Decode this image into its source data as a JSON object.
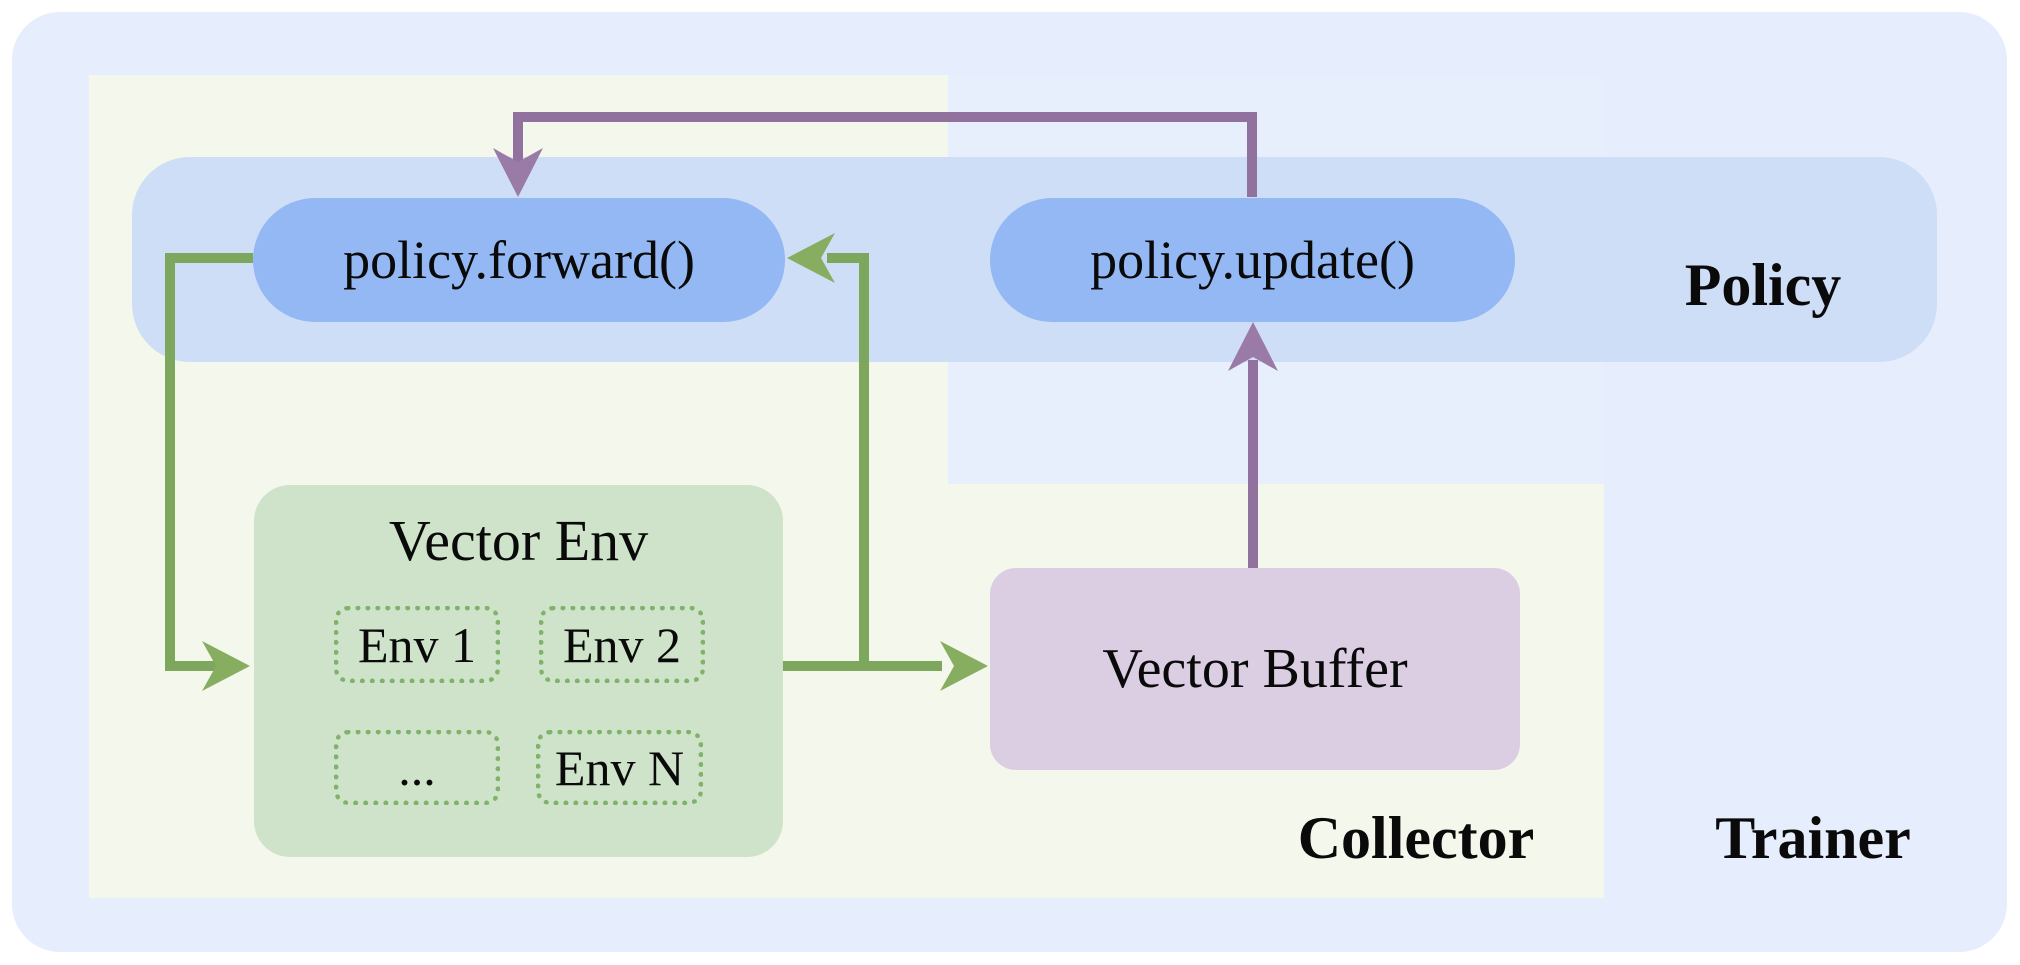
{
  "regions": {
    "trainer": "Trainer",
    "collector": "Collector",
    "policy": "Policy"
  },
  "nodes": {
    "policy_forward": "policy.forward()",
    "policy_update": "policy.update()",
    "vector_env": {
      "title": "Vector Env",
      "envs": [
        "Env 1",
        "Env 2",
        "...",
        "Env N"
      ]
    },
    "vector_buffer": "Vector Buffer"
  },
  "arrows": [
    {
      "from": "policy_update",
      "to": "policy_forward",
      "color": "#91719e"
    },
    {
      "from": "vector_buffer",
      "to": "policy_update",
      "color": "#91719e"
    },
    {
      "from": "policy_forward",
      "to": "vector_env",
      "color": "#7ca75c"
    },
    {
      "from": "vector_env",
      "to": "vector_buffer",
      "color": "#7ca75c"
    },
    {
      "from": "vector_env",
      "to": "policy_forward",
      "color": "#7ca75c"
    }
  ],
  "colors": {
    "trainer_bg": "#e6edfc",
    "collector_bg": "#f4f7eb",
    "policy_band_bg": "#cedef7",
    "pill_bg": "#94b8f4",
    "vector_env_bg": "#cee3c9",
    "env_border": "#7fb36b",
    "vector_buffer_bg": "#dbcee3",
    "green_arrow": "#7ca75c",
    "purple_arrow": "#91719e"
  }
}
